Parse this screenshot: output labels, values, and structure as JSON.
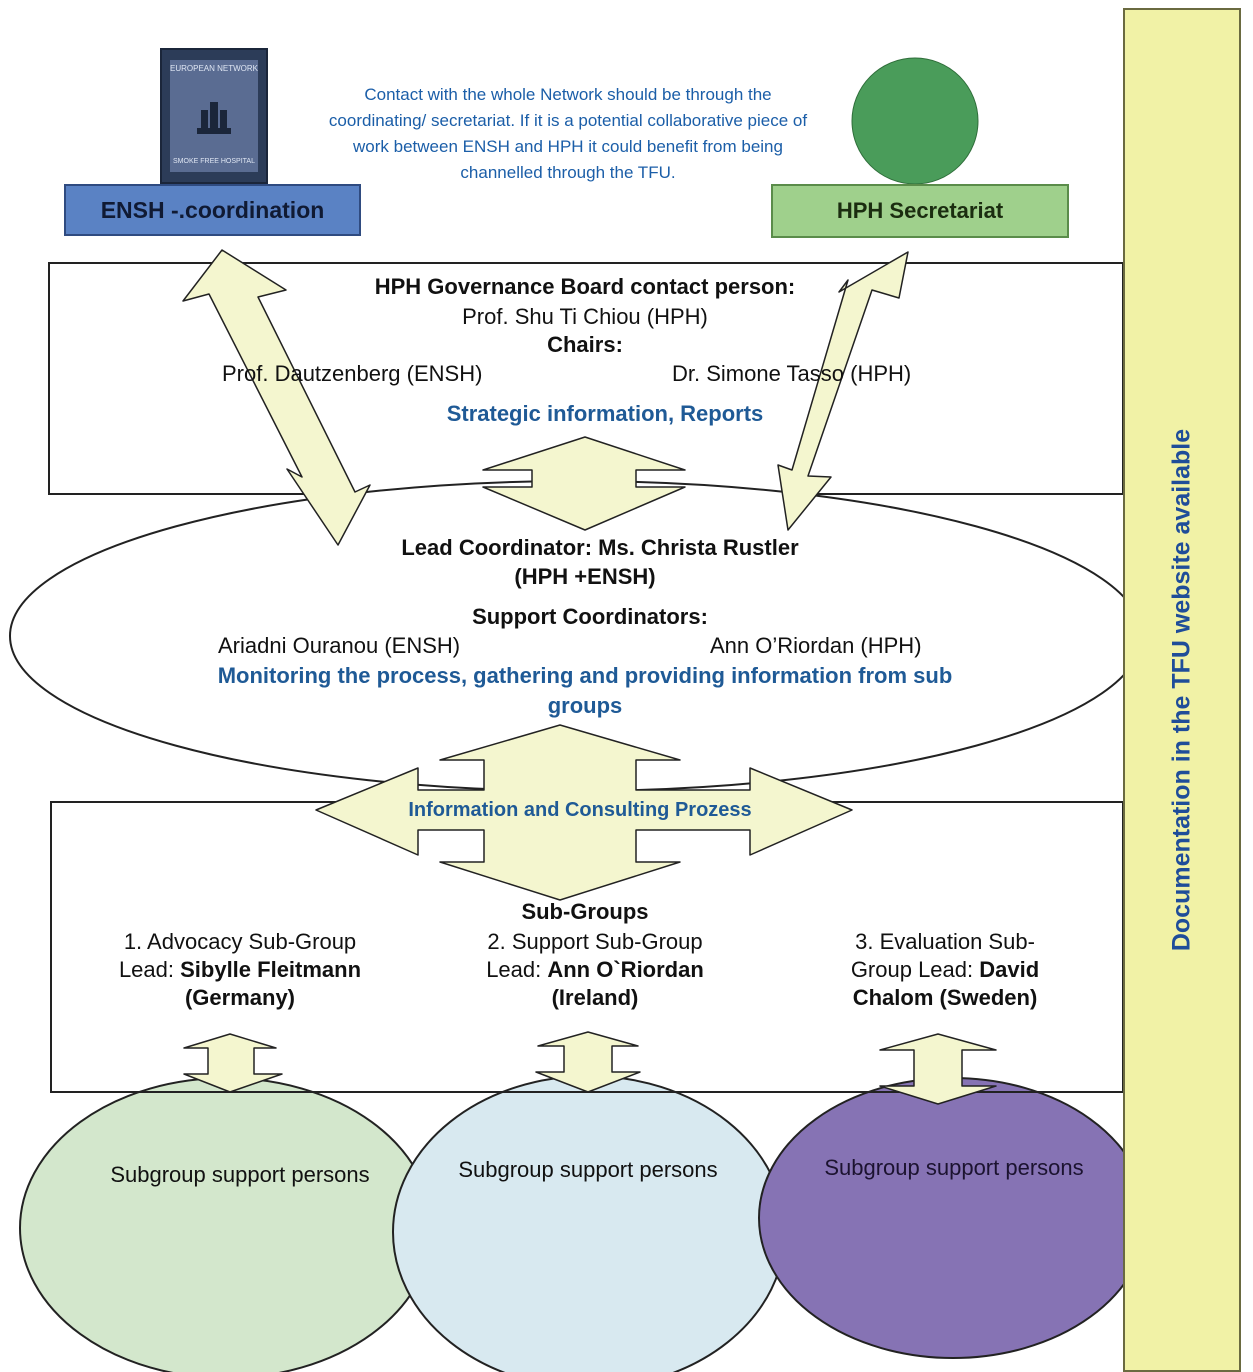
{
  "logo": {
    "line1": "EUROPEAN NETWORK",
    "line2": "SMOKE FREE HOSPITAL"
  },
  "ensh_label": "ENSH -.coordination",
  "hph_label": "HPH Secretariat",
  "contact_note": "Contact with the whole Network should be through the coordinating/ secretariat. If it is a potential collaborative piece of work between ENSH and HPH it could benefit from being channelled through the TFU.",
  "governance": {
    "title": "HPH Governance Board contact person:",
    "person": "Prof. Shu Ti Chiou (HPH)",
    "chairs_label": "Chairs:",
    "chair1": "Prof. Dautzenberg (ENSH)",
    "chair2": "Dr. Simone Tasso (HPH)",
    "strategic": "Strategic information, Reports"
  },
  "coordination": {
    "lead": "Lead Coordinator: Ms. Christa Rustler",
    "lead_org": "(HPH +ENSH)",
    "support_label": "Support Coordinators:",
    "support1": "Ariadni Ouranou (ENSH)",
    "support2": "Ann O’Riordan (HPH)",
    "monitoring": "Monitoring the process, gathering and providing information from sub groups"
  },
  "information_process": "Information and Consulting Prozess",
  "subgroups": {
    "title": "Sub-Groups",
    "items": [
      {
        "line1": "1. Advocacy Sub-Group",
        "lead_prefix": "Lead: ",
        "lead_name": "Sibylle Fleitmann",
        "country": "(Germany)"
      },
      {
        "line1": "2. Support Sub-Group",
        "lead_prefix": "Lead: ",
        "lead_name": "Ann O`Riordan",
        "country": "(Ireland)"
      },
      {
        "line1": "3. Evaluation Sub-",
        "lead_prefix": "Group Lead: ",
        "lead_name": "David",
        "country": "Chalom (Sweden)"
      }
    ]
  },
  "support_persons": [
    "Subgroup support persons",
    "Subgroup support persons",
    "Subgroup support persons"
  ],
  "documentation": "Documentation in the TFU website available",
  "colors": {
    "ensh_blue": "#5a82c4",
    "hph_green": "#9fd08c",
    "arrow_fill": "#f4f6cf",
    "doc_bar": "#f1f2a6",
    "text_blue": "#1f5a96",
    "circle_green": "#d3e7cc",
    "circle_blue": "#d8e9f0",
    "circle_purple": "#8673b4"
  }
}
